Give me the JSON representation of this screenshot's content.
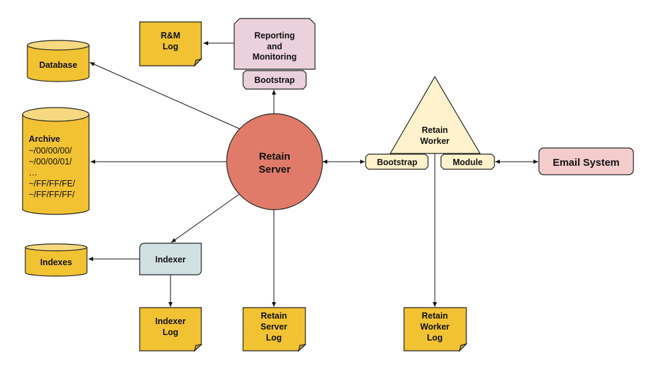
{
  "colors": {
    "storage_fill": "#f1c232",
    "storage_top": "#f6d980",
    "log_fill": "#f1c232",
    "log_fold": "#c9a22a",
    "server_fill": "#e07b6a",
    "reporting_fill": "#ead1dc",
    "worker_fill": "#fff2cc",
    "indexer_fill": "#d0e0e3",
    "email_fill": "#f4cccc",
    "line": "#111111"
  },
  "nodes": {
    "rm_log": {
      "lines": [
        "R&M",
        "Log"
      ]
    },
    "reporting": {
      "lines": [
        "Reporting",
        "and",
        "Monitoring"
      ]
    },
    "reporting_bootstrap": {
      "label": "Bootstrap"
    },
    "database": {
      "label": "Database"
    },
    "archive": {
      "title": "Archive",
      "lines": [
        "~/00/00/00/",
        "~/00/00/01/",
        "…",
        "~/FF/FF/FE/",
        "~/FF/FF/FF/"
      ]
    },
    "retain_server": {
      "lines": [
        "Retain",
        "Server"
      ]
    },
    "retain_worker": {
      "lines": [
        "Retain",
        "Worker"
      ]
    },
    "worker_bootstrap": {
      "label": "Bootstrap"
    },
    "worker_module": {
      "label": "Module"
    },
    "email_system": {
      "label": "Email System"
    },
    "indexer": {
      "label": "Indexer"
    },
    "indexes": {
      "label": "Indexes"
    },
    "indexer_log": {
      "lines": [
        "Indexer",
        "Log"
      ]
    },
    "server_log": {
      "lines": [
        "Retain",
        "Server",
        "Log"
      ]
    },
    "worker_log": {
      "lines": [
        "Retain",
        "Worker",
        "Log"
      ]
    }
  },
  "edges": [
    {
      "from": "reporting",
      "to": "rm_log",
      "direction": "forward"
    },
    {
      "from": "retain_server",
      "to": "reporting_bootstrap",
      "direction": "forward"
    },
    {
      "from": "retain_server",
      "to": "database",
      "direction": "forward"
    },
    {
      "from": "retain_server",
      "to": "archive",
      "direction": "forward"
    },
    {
      "from": "retain_server",
      "to": "worker_bootstrap",
      "direction": "both"
    },
    {
      "from": "worker_module",
      "to": "email_system",
      "direction": "both"
    },
    {
      "from": "retain_server",
      "to": "indexer",
      "direction": "forward"
    },
    {
      "from": "indexer",
      "to": "indexes",
      "direction": "forward"
    },
    {
      "from": "indexer",
      "to": "indexer_log",
      "direction": "forward"
    },
    {
      "from": "retain_server",
      "to": "server_log",
      "direction": "forward"
    },
    {
      "from": "retain_worker",
      "to": "worker_log",
      "direction": "forward"
    }
  ]
}
